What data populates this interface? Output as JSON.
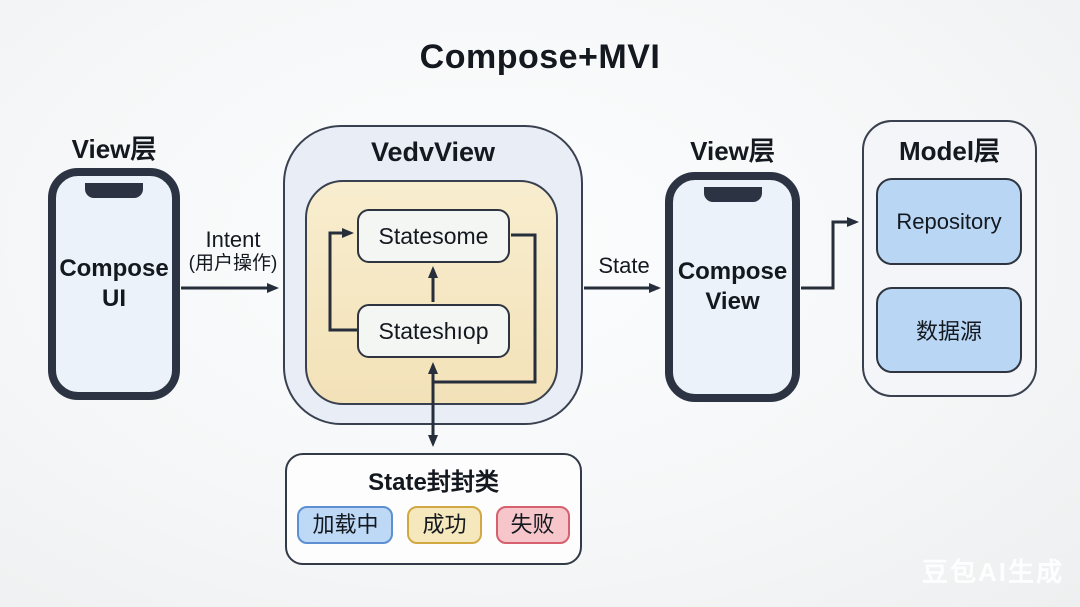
{
  "title": "Compose+MVI",
  "watermark": "豆包AI生成",
  "colors": {
    "arrow": "#262d3b",
    "phone_frame": "#2c3342",
    "phone_screen": "#ebf2f9",
    "viewmodel_outer_fill": "#e8edf6",
    "viewmodel_inner_fill": "#f5e6c2",
    "node_fill": "#f4f6f3",
    "model_item_fill": "#b9d7f4"
  },
  "left_view": {
    "heading": "View层",
    "phone_label": "Compose\nUI"
  },
  "right_view": {
    "heading": "View层",
    "phone_label": "Compose\nView"
  },
  "viewmodel": {
    "title": "VedvView",
    "node_top": "Statesome",
    "node_bottom": "Stateshıop"
  },
  "model": {
    "heading": "Model层",
    "item_top": "Repository",
    "item_bottom": "数据源"
  },
  "edges": {
    "intent_label": "Intent",
    "intent_sublabel": "(用户操作)",
    "state_label": "State"
  },
  "state_box": {
    "title": "State封封类",
    "badges": [
      {
        "label": "加载中",
        "fill": "#bdd9f6",
        "border": "#5c90d2"
      },
      {
        "label": "成功",
        "fill": "#f6e8bd",
        "border": "#d2a843"
      },
      {
        "label": "失败",
        "fill": "#f6c6cb",
        "border": "#d5616e"
      }
    ]
  }
}
